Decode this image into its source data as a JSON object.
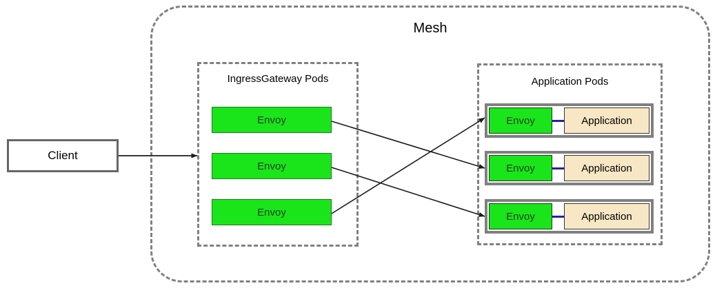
{
  "diagram": {
    "title": "Mesh",
    "client": {
      "label": "Client"
    },
    "groups": {
      "ingress": {
        "title": "IngressGateway Pods",
        "pods": [
          {
            "envoy_label": "Envoy"
          },
          {
            "envoy_label": "Envoy"
          },
          {
            "envoy_label": "Envoy"
          }
        ]
      },
      "applications": {
        "title": "Application Pods",
        "pods": [
          {
            "envoy_label": "Envoy",
            "app_label": "Application"
          },
          {
            "envoy_label": "Envoy",
            "app_label": "Application"
          },
          {
            "envoy_label": "Envoy",
            "app_label": "Application"
          }
        ]
      }
    },
    "colors": {
      "envoy_green": "#1ae51a",
      "application_beige": "#f7e7c4",
      "pod_border_gray": "#808080",
      "dashed_border_gray": "#808080",
      "connector_blue": "#2222aa",
      "arrow_black": "#1a1a1a",
      "background": "#ffffff"
    },
    "edges": [
      {
        "from": "client",
        "to": "ingress-gateway-group",
        "style": "solid-arrow"
      },
      {
        "from": "ingress-envoy-1",
        "to": "application-pod-2-envoy",
        "style": "solid-arrow"
      },
      {
        "from": "ingress-envoy-2",
        "to": "application-pod-3-envoy",
        "style": "solid-arrow"
      },
      {
        "from": "ingress-envoy-3",
        "to": "application-pod-1-envoy",
        "style": "solid-arrow"
      }
    ]
  }
}
